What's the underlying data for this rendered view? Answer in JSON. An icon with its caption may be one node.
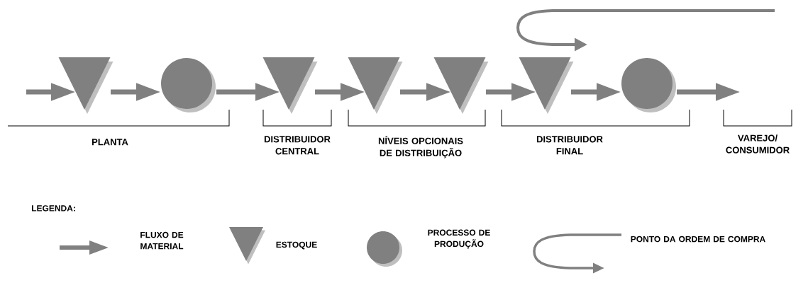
{
  "diagram": {
    "nodes": [
      {
        "text": [],
        "shape": "triangle"
      },
      {
        "text": [],
        "shape": "circle"
      },
      {
        "text": [],
        "shape": "triangle"
      },
      {
        "text": [],
        "shape": "triangle"
      },
      {
        "text": [],
        "shape": "triangle"
      },
      {
        "text": [],
        "shape": "triangle"
      },
      {
        "text": [],
        "shape": "circle"
      }
    ],
    "edges": [
      {
        "from": null,
        "to": 0,
        "arrow": "to"
      },
      {
        "from": 0,
        "to": 1,
        "arrow": "to"
      },
      {
        "from": 1,
        "to": 2,
        "arrow": "to"
      },
      {
        "from": 2,
        "to": 3,
        "arrow": "to"
      },
      {
        "from": 3,
        "to": 4,
        "arrow": "to"
      },
      {
        "from": 4,
        "to": 5,
        "arrow": "to"
      },
      {
        "from": 5,
        "to": 6,
        "arrow": "to"
      },
      {
        "from": 6,
        "to": null,
        "arrow": "to"
      }
    ],
    "labels": [
      "PLANTA",
      "DISTRIBUIDOR CENTRAL",
      "NÍVEIS OPCIONAIS DE DISTRIBUIÇÃO",
      "DISTRIBUIDOR FINAL",
      "VAREJO/ CONSUMIDOR",
      "LEGENDA:"
    ],
    "legend": [
      {
        "text": "FLUXO DE MATERIAL"
      },
      {
        "text": "ESTOQUE"
      },
      {
        "text": "PROCESSO DE PRODUÇÃO"
      },
      {
        "text": "PONTO DA ORDEM DE COMPRA"
      }
    ]
  }
}
